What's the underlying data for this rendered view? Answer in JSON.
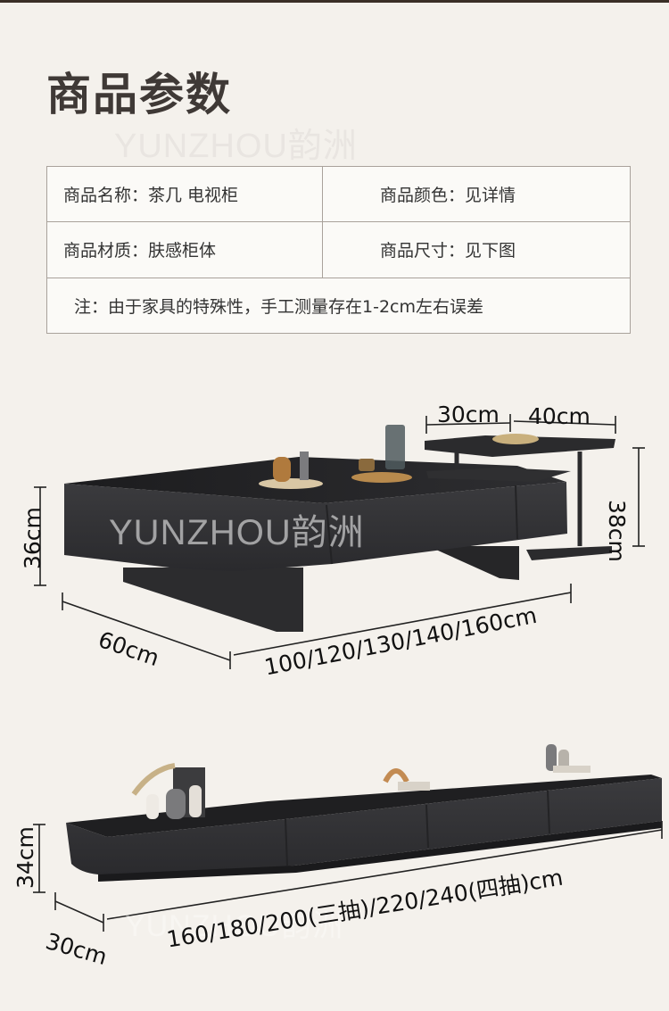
{
  "heading": "商品参数",
  "watermark": "YUNZHOU韵洲",
  "spec": {
    "name": "商品名称：茶几 电视柜",
    "color": "商品颜色：见详情",
    "material": "商品材质：肤感柜体",
    "size": "商品尺寸：见下图",
    "note": "注：由于家具的特殊性，手工测量存在1-2cm左右误差"
  },
  "coffee_table": {
    "height": "36cm",
    "depth": "60cm",
    "lengths": "100/120/130/140/160cm",
    "side_depth": "30cm",
    "side_width": "40cm",
    "side_height": "38cm"
  },
  "tv_cabinet": {
    "height": "34cm",
    "depth": "30cm",
    "lengths": "160/180/200(三抽)/220/240(四抽)cm"
  }
}
